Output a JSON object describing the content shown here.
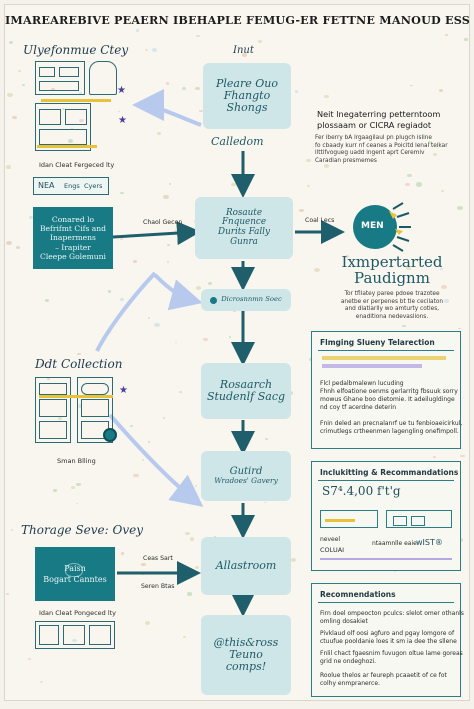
{
  "title": "IMAREAREBIVE PEAERN IBEHAPLE FEMUG-ER FETTNE MANOUD ESSN'ROLUSEOR",
  "left": {
    "sec1_heading": "Ulyefonmue Ctey",
    "sec1_caption": "Idan Cleat Fergeced lty",
    "sec1_tag1": "NEA",
    "sec1_tag2": "Engs",
    "sec1_tag3": "Cyers",
    "box1_lines": [
      "Conared lo",
      "Befrifmt Cifs and",
      "Inapermens",
      "– Irapiter",
      "Cleepe Golemuni"
    ],
    "sec2_heading": "Ddt Collection",
    "sec2_caption": "Sman Blling",
    "sec3_heading": "Thorage Seve: Ovey",
    "box2_lines": [
      "Paisn",
      "Bogart Canntes"
    ],
    "sec3_caption": "Idan Cleat Pongeced lty"
  },
  "center": {
    "input_label": "Inut",
    "node1": [
      "Pleare Ouo",
      "Fhangto",
      "Shongs"
    ],
    "node1_sub": "Calledom",
    "conn1": "Chaol Gecen",
    "node2": [
      "Rosaute",
      "Fnquence",
      "Durits Fally",
      "Gunra"
    ],
    "conn2": "Coal Lecs",
    "node3": "Dicrosnnmn Soec",
    "node4": [
      "Rosaarch",
      "Studenlf Sacg"
    ],
    "node5": [
      "Gutird",
      "Wradoes' Gavery"
    ],
    "node6": "Allastroom",
    "conn3": "Ceas Sart",
    "conn4": "Seren Btas",
    "node7": [
      "@this&ross",
      "Teuno",
      "comps!"
    ]
  },
  "right": {
    "heading_lines": [
      "Neit lnegaterring petterntoom",
      "plossaam or CICRA regiadot"
    ],
    "body_lines": [
      "Fer iberry bA lrgaagilaul pn plugch isline",
      "fo cbaady kurr nf ceanes a Poicltd lenal telkar",
      "llttifvogueg uadd ingent aprt Ceremiv",
      "Caradian presmemes"
    ],
    "badge_text": "MEN",
    "paradigm_lines": [
      "Ixmpertarted",
      "Paudignm"
    ],
    "paradigm_body": [
      "Tor tfllatey paree pdoee trazotee",
      "anetbe er perpenes bt tle cecilaton",
      "and dlatiarlly wo amturty cotles,",
      "enaditiona nedevaslions."
    ],
    "p1_title": "Flmging Slueny Telarection",
    "p1_lines": [
      "Flcl pedalbmalewn lucuding",
      "Fhnh elfoatione oenms gerlarritg fbsuuk sorry",
      "mowus Ghane boo dietomie. It adeilugldinge",
      "nd coy tf acerdne deterin",
      "Fnin deled an precnalanrf ue tu fenbioaeicirkul,",
      "crimutlegs crtheenmen lagengling onefimpoll."
    ],
    "p2_title": "Inclukitting & Recommandations",
    "p2_value": "S7⁴.4,00 f't'g",
    "p2_label1": "neveel",
    "p2_label2": "COLUAI",
    "p2_label3": "ntaamnlle eaie.",
    "p2_label4": "wIST®",
    "p3_title": "Recomnendations",
    "p3_lines": [
      "Firn doel ompeocton pculcs: slelot omer othanls",
      "omling dosakiet",
      "Pivklaud olf oosi agfuro and pgay lomgore of",
      "ctuufue pooldanie loes it sm ia dee the sllene",
      "Fnlil chact fgaesnim fuvugon oltue lame goreas",
      "grid ne ondeghozi.",
      "Roolue thelos ar feureph pcaaetit of ce fot",
      "colhy enmpranerce."
    ]
  },
  "colors": {
    "teal": "#187a85",
    "node_fill": "#cfe6e8",
    "arrow": "#1f5f6b",
    "soft_arrow": "#b8c9ee",
    "star": "#4b3f9c",
    "yellow": "#e8c33a"
  }
}
